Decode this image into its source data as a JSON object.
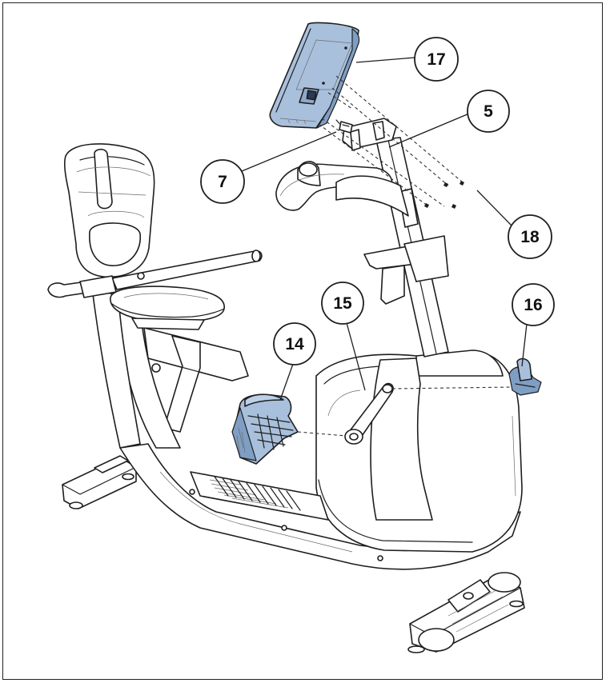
{
  "callouts": [
    {
      "label": "17"
    },
    {
      "label": "5"
    },
    {
      "label": "7"
    },
    {
      "label": "18"
    },
    {
      "label": "15"
    },
    {
      "label": "16"
    },
    {
      "label": "14"
    }
  ],
  "colors": {
    "part_highlight": "#a9c0dc",
    "part_shadow": "#7f9ec4",
    "outline": "#1e1e1e",
    "background": "#ffffff"
  }
}
